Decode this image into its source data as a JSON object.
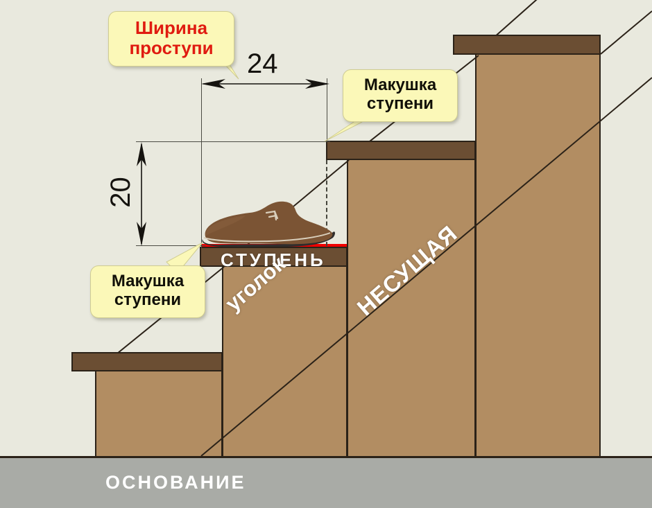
{
  "diagram": {
    "title_text": "Stair step dimension diagram",
    "background_color": "#e9e9de",
    "callouts": [
      {
        "id": "tread-width",
        "lines": [
          "Ширина",
          "проступи"
        ],
        "color": "#e01b10"
      },
      {
        "id": "step-top-upper",
        "lines": [
          "Макушка",
          "ступени"
        ],
        "color": "#111008"
      },
      {
        "id": "step-top-lower",
        "lines": [
          "Макушка",
          "ступени"
        ],
        "color": "#111008"
      }
    ],
    "callout_text": {
      "tread_width_line1": "Ширина",
      "tread_width_line2": "проступи",
      "step_top_line1": "Макушка",
      "step_top_line2": "ступени"
    },
    "dimensions": {
      "width_value": "24",
      "height_value": "20"
    },
    "labels": {
      "step": "СТУПЕНЬ",
      "angle_bracket": "уголок",
      "stringer": "НЕСУЩАЯ",
      "foundation": "ОСНОВАНИЕ"
    },
    "colors": {
      "tread": "#6b4e33",
      "riser": "#b28d62",
      "foundation": "#a9aba6",
      "callout_fill": "#fbf8b8",
      "accent_red": "#f00000",
      "outline": "#2b2218"
    },
    "icons": {
      "shoe": "shoe-icon",
      "arrow_double_horizontal": "double-arrow-horizontal-icon",
      "arrow_double_vertical": "double-arrow-vertical-icon"
    }
  }
}
